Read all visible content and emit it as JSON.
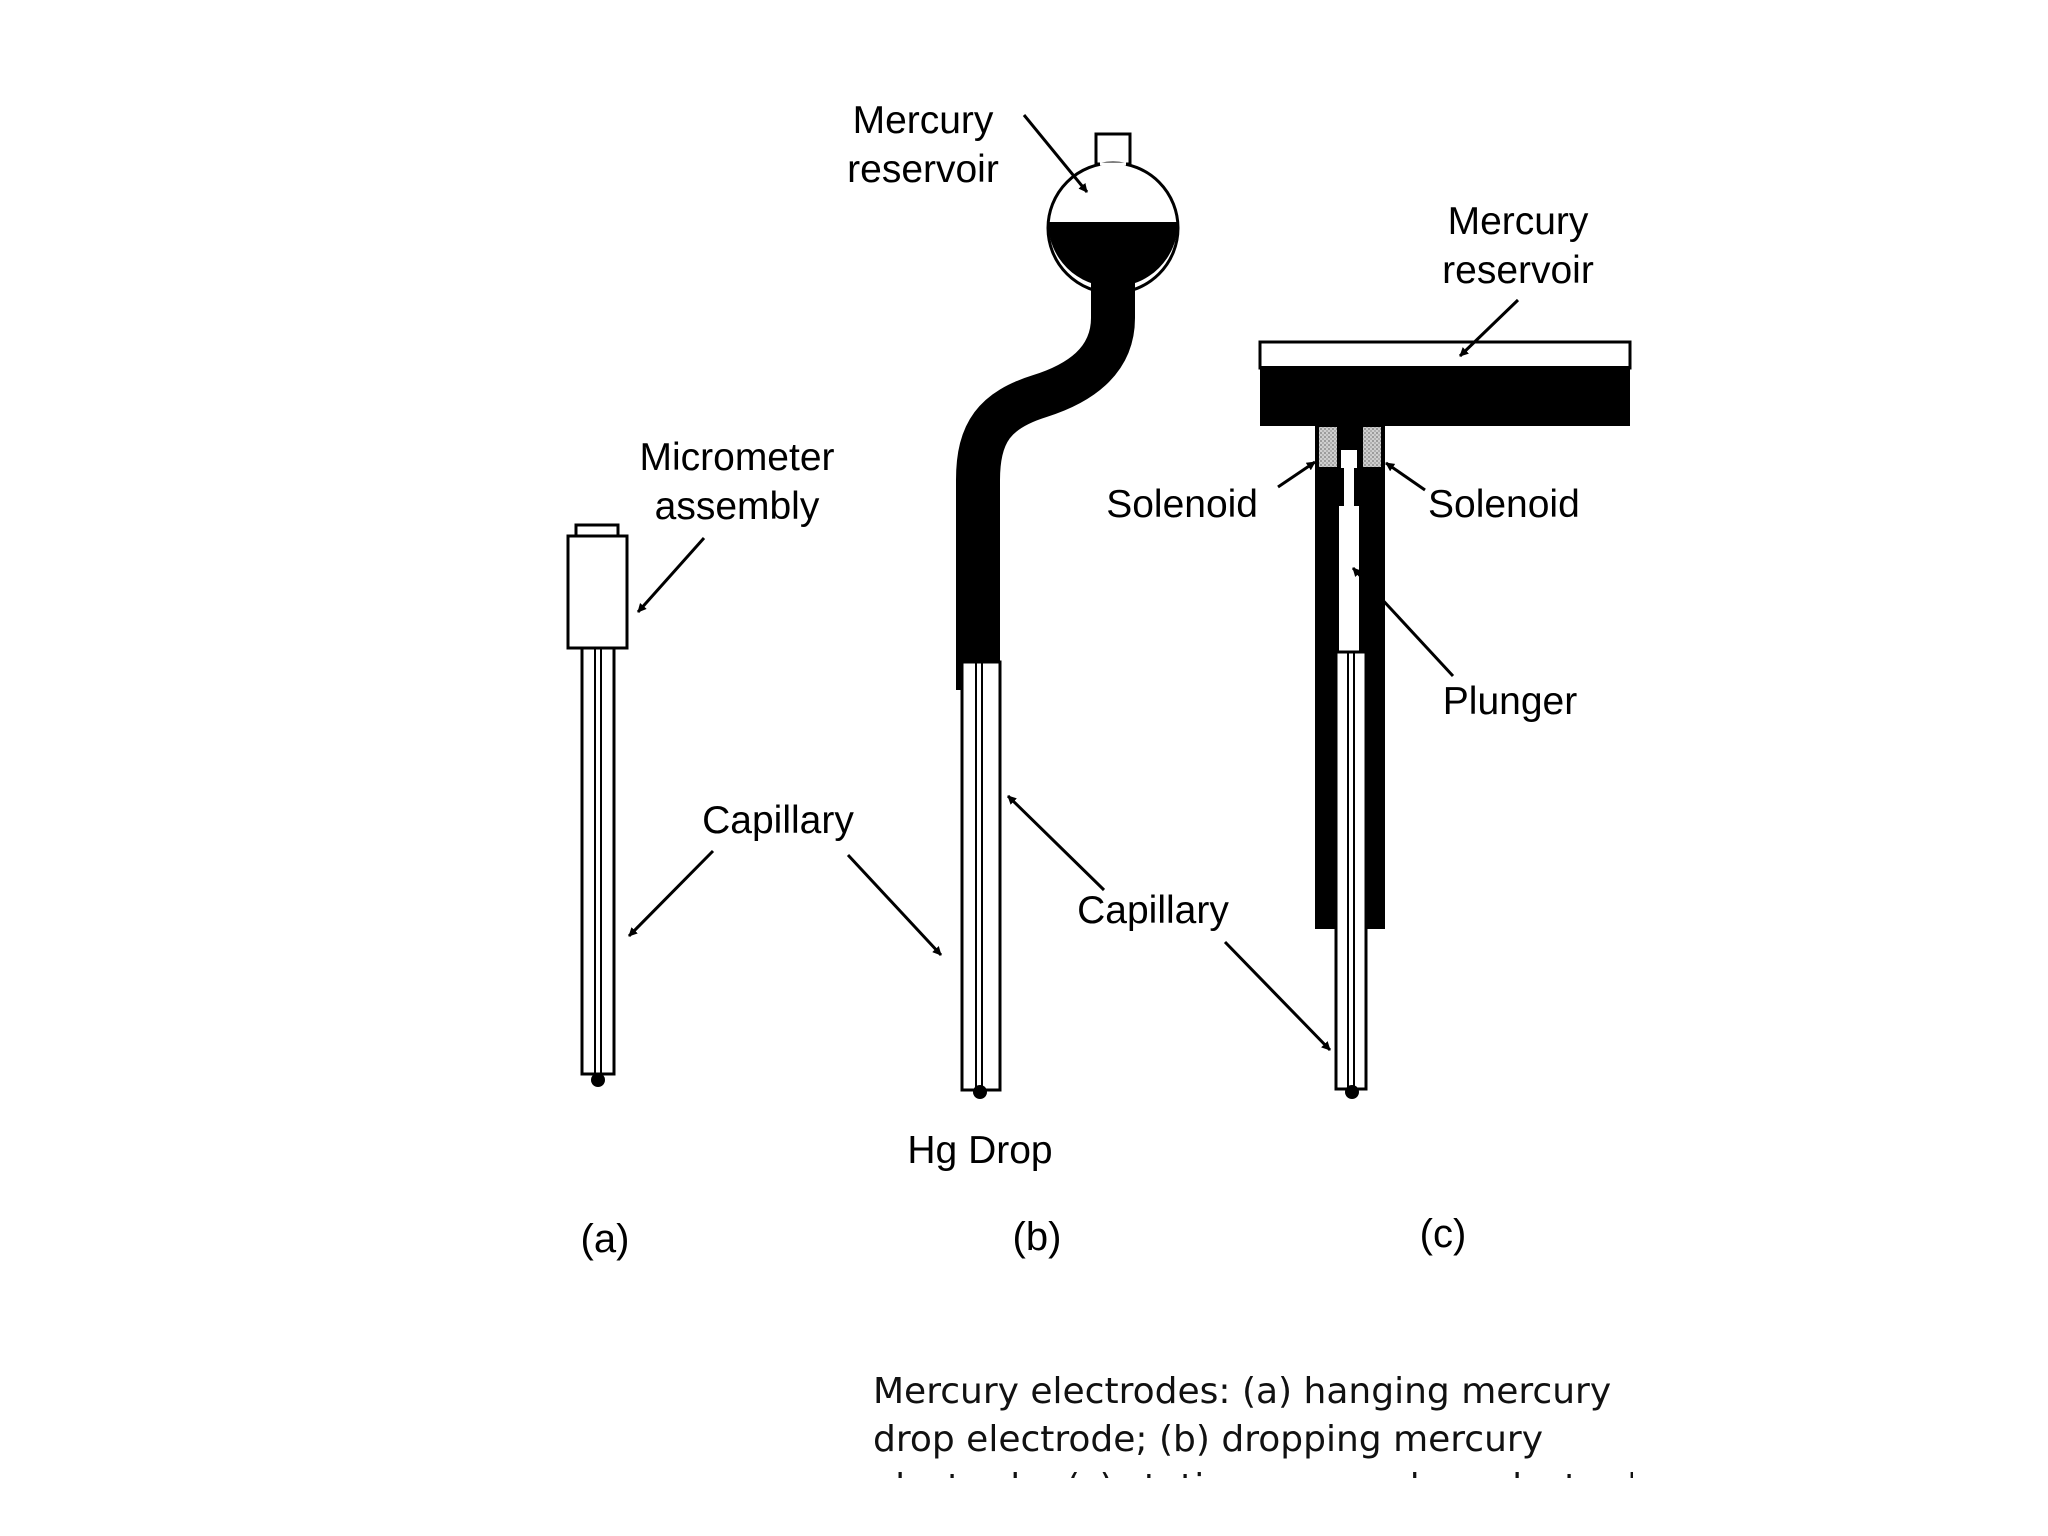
{
  "labels": {
    "a": {
      "micrometer_line1": "Micrometer",
      "micrometer_line2": "assembly",
      "capillary": "Capillary",
      "panel": "(a)"
    },
    "b": {
      "reservoir_line1": "Mercury",
      "reservoir_line2": "reservoir",
      "capillary": "Capillary",
      "drop": "Hg Drop",
      "panel": "(b)"
    },
    "c": {
      "reservoir_line1": "Mercury",
      "reservoir_line2": "reservoir",
      "solenoid_left": "Solenoid",
      "solenoid_right": "Solenoid",
      "plunger": "Plunger",
      "panel": "(c)"
    }
  },
  "caption": {
    "line1": "Mercury electrodes: (a) hanging mercury",
    "line2": "drop electrode; (b) dropping mercury",
    "line3": "electrode; (c) static mercury drop electrode"
  },
  "colors": {
    "ink": "#000000",
    "paper": "#ffffff",
    "solenoid_fill": "#b8b8b8"
  }
}
